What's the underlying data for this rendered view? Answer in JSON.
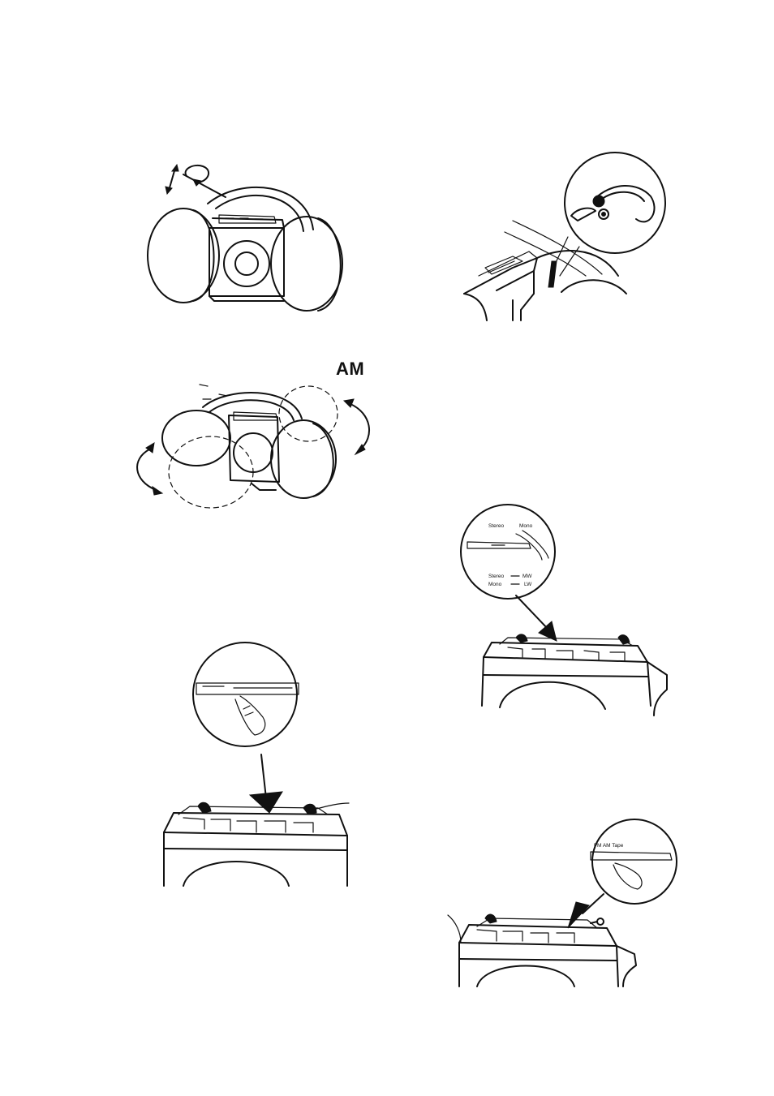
{
  "figure_am": {
    "label": "AM"
  },
  "figure_stereo_mono": {
    "switch_left": "Stereo",
    "switch_right": "Mono",
    "legend_row1_left": "Stereo",
    "legend_row1_right": "MW",
    "legend_row2_left": "Mono",
    "legend_row2_right": "LW"
  },
  "figure_band_switch": {
    "label": "FM  AM  Tape"
  }
}
